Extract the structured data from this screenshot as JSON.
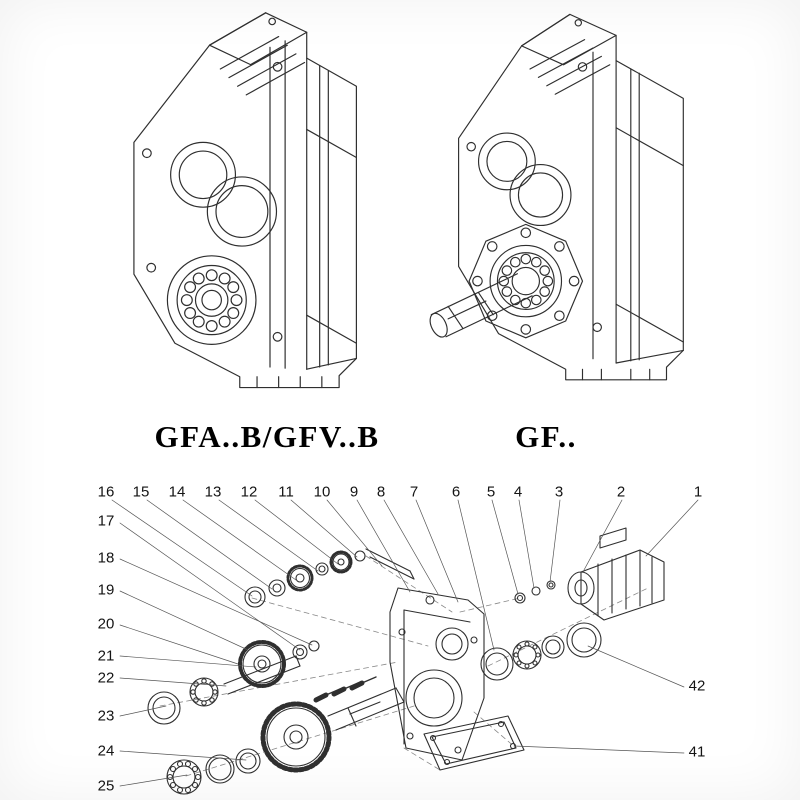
{
  "models": {
    "left_label": "GFA..B/GFV..B",
    "right_label": "GF.."
  },
  "exploded": {
    "callouts_top": [
      "16",
      "15",
      "14",
      "13",
      "12",
      "11",
      "10",
      "9",
      "8",
      "7",
      "6",
      "5",
      "4",
      "3",
      "2",
      "1"
    ],
    "callouts_left": [
      "17",
      "18",
      "19",
      "20",
      "21",
      "22",
      "23",
      "24",
      "25"
    ],
    "callouts_right": [
      "42",
      "41"
    ]
  },
  "colors": {
    "background": "#ffffff",
    "line": "#2f2f2f",
    "leader": "#555555",
    "dashed": "#888888",
    "text": "#141414"
  }
}
